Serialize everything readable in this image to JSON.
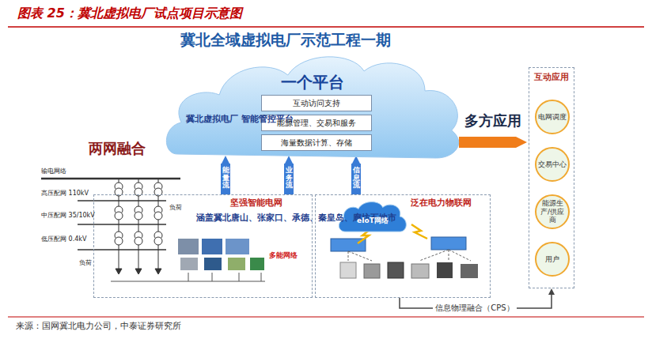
{
  "diagram": {
    "title": "图表 25：冀北虚拟电厂试点项目示意图",
    "nodes": [
      {
        "text": [
          "一个平台",
          "冀北虚拟电厂 智能管控平台"
        ]
      },
      {
        "text": [
          "互动访问支持"
        ],
        "in": 0
      },
      {
        "text": [
          "能源管理、交易和服务"
        ],
        "in": 0
      },
      {
        "text": [
          "海量数据计算、存储"
        ],
        "in": 0
      },
      {
        "text": [
          "互动应用"
        ]
      },
      {
        "text": [
          "电网调度"
        ],
        "in": 4
      },
      {
        "text": [
          "交易中心"
        ],
        "in": 4
      },
      {
        "text": [
          "能源生产/供应商"
        ],
        "in": 4
      },
      {
        "text": [
          "用户"
        ],
        "in": 4
      },
      {
        "text": [
          "坚强智能电网"
        ]
      },
      {
        "text": [
          "泛在电力物联网"
        ]
      },
      {
        "text": [
          "eIoT网络"
        ],
        "in": 10
      }
    ],
    "edges": [
      {
        "from": 9,
        "to": 0,
        "arrow": "to",
        "label": "能量流"
      },
      {
        "from": 9,
        "to": 0,
        "arrow": "to",
        "label": "业务流"
      },
      {
        "from": 10,
        "to": 0,
        "arrow": "to",
        "label": "信息流"
      },
      {
        "from": 0,
        "to": 4,
        "arrow": "to",
        "label": "多方应用"
      },
      {
        "from": 10,
        "to": 4,
        "arrow": "to",
        "label": "信息物理融合（CPS）"
      }
    ],
    "labels": [
      "冀北全域虚拟电厂示范工程一期",
      "两网融合",
      "输电网络",
      "高压配网 110kV",
      "中压配网 35/10kV",
      "低压配网 0.4kV",
      "负荷",
      "负荷",
      "涵盖冀北唐山、张家口、承德、秦皇岛、廊坊五地市",
      "多能网络",
      "来源：国网冀北电力公司，中泰证券研究所"
    ]
  }
}
